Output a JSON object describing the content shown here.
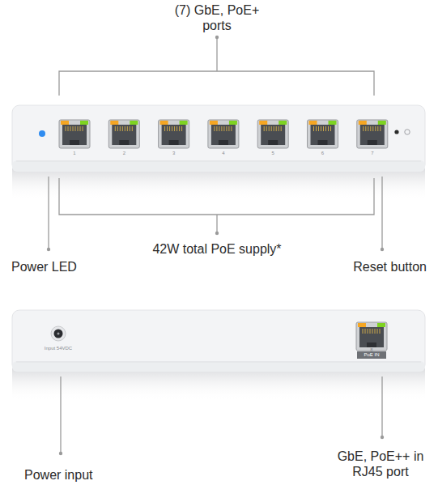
{
  "diagram": {
    "labels": [
      "(7) GbE, PoE+ ports",
      "1",
      "2",
      "3",
      "4",
      "5",
      "6",
      "7",
      "42W total PoE supply*",
      "Power LED",
      "Reset button",
      "Input 54VDC",
      "8",
      "PoE IN",
      "Power input",
      "GbE, PoE++ in RJ45 port"
    ]
  }
}
